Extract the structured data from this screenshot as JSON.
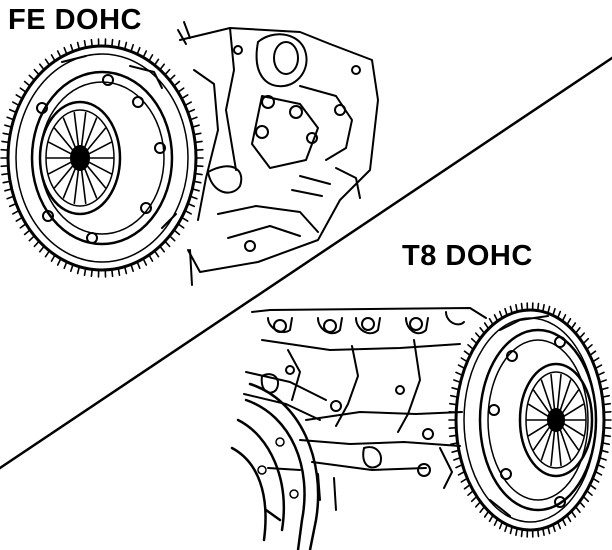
{
  "labels": {
    "fe": "FE DOHC",
    "t8": "T8 DOHC"
  },
  "colors": {
    "ink": "#000000",
    "paper": "#ffffff"
  },
  "clutch_spokes": 18,
  "flywheel_teeth": 90
}
